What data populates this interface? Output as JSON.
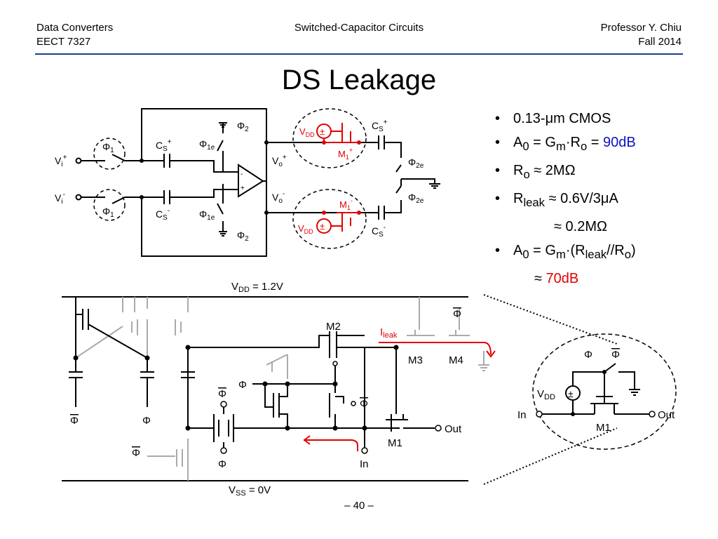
{
  "header": {
    "left_line1": "Data Converters",
    "left_line2": "EECT 7327",
    "center": "Switched-Capacitor Circuits",
    "right_line1": "Professor Y. Chiu",
    "right_line2": "Fall 2014"
  },
  "title": "DS Leakage",
  "bullets": {
    "b1": "0.13-μm CMOS",
    "b2_pre": "A",
    "b2_sub": "0",
    "b2_mid": " = G",
    "b2_sub2": "m",
    "b2_mid2": "·R",
    "b2_sub3": "o",
    "b2_mid3": " = ",
    "b2_val": "90dB",
    "b3_pre": "R",
    "b3_sub": "o",
    "b3_rest": " ≈ 2MΩ",
    "b4_pre": "R",
    "b4_sub": "leak",
    "b4_rest": " ≈ 0.6V/3μA",
    "b4_cont": "≈ 0.2MΩ",
    "b5_pre": "A",
    "b5_sub": "0",
    "b5_mid": " = G",
    "b5_sub2": "m",
    "b5_mid2": "·(R",
    "b5_sub3": "leak",
    "b5_mid3": "//R",
    "b5_sub4": "o",
    "b5_end": ")",
    "b5_cont_pre": "≈ ",
    "b5_cont_val": "70dB"
  },
  "circuit_top": {
    "phi": "Φ",
    "phi2": "Φ",
    "sub1": "1",
    "sub2": "2",
    "sub1e": "1e",
    "sub2e": "2e",
    "vi": "V",
    "vi_sub": "i",
    "plus": "+",
    "minus": "-",
    "vo": "V",
    "vo_sub": "o",
    "cs": "C",
    "cs_sub": "S",
    "vdd": "V",
    "vdd_sub": "DD",
    "m1": "M",
    "m1_sub": "1",
    "pm": "±"
  },
  "circuit_bottom": {
    "vdd_label": "V",
    "vdd_sub": "DD",
    "vdd_val": " = 1.2V",
    "vss_label": "V",
    "vss_sub": "SS",
    "vss_val": " = 0V",
    "phi": "Φ",
    "m1": "M1",
    "m2": "M2",
    "m3": "M3",
    "m4": "M4",
    "ileak": "I",
    "ileak_sub": "leak",
    "out": "Out",
    "in": "In"
  },
  "inset": {
    "phi": "Φ",
    "vdd": "V",
    "vdd_sub": "DD",
    "pm": "±",
    "in": "In",
    "out": "Out",
    "m1": "M1"
  },
  "page_number": "– 40 –",
  "colors": {
    "accent_blue": "#1010c0",
    "red": "#e00000",
    "gray": "#aaaaaa",
    "rule": "#1f3a93"
  }
}
